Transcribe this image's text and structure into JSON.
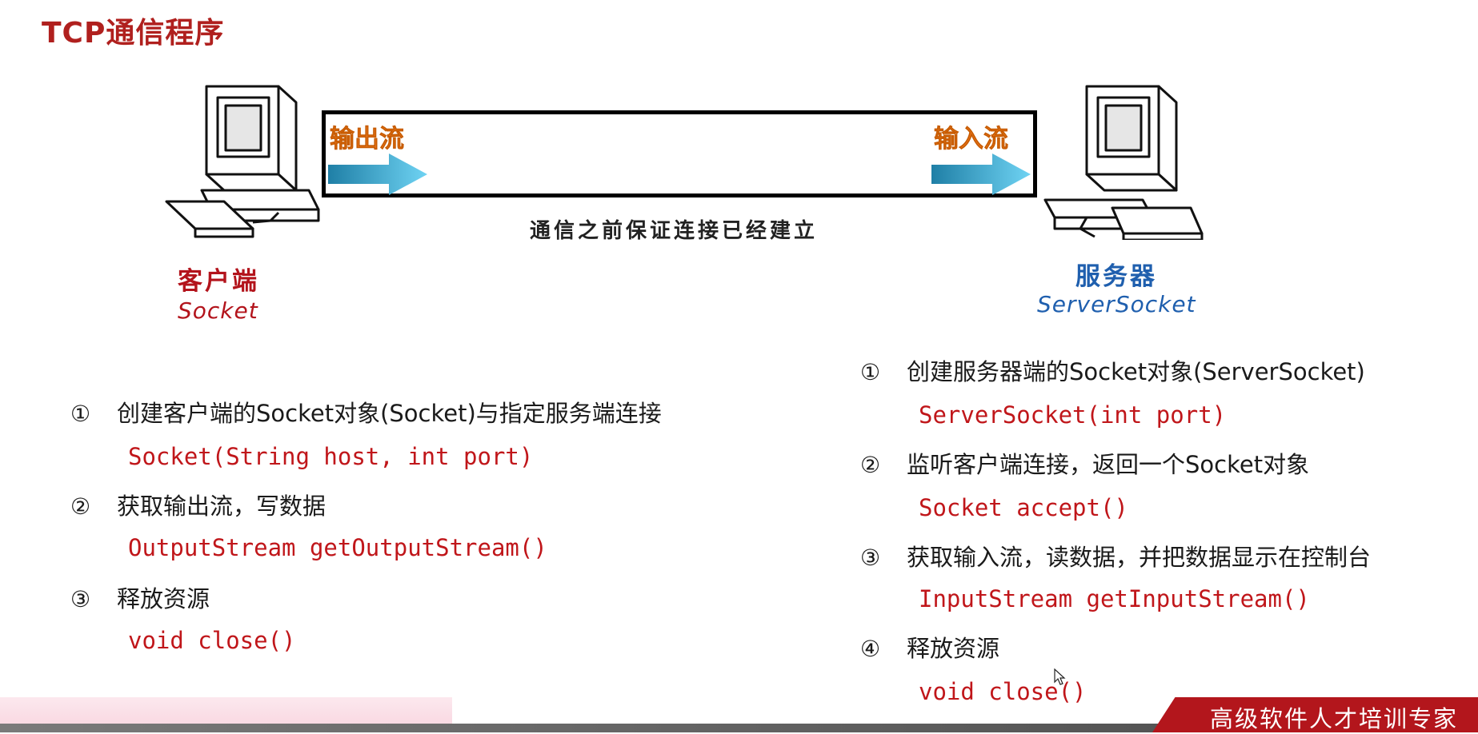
{
  "title": "TCP通信程序",
  "pipe": {
    "output_label": "输出流",
    "input_label": "输入流",
    "caption": "通信之前保证连接已经建立"
  },
  "client": {
    "name_cn": "客户端",
    "name_en": "Socket",
    "color": "#b3141c",
    "steps": [
      {
        "num": "①",
        "text": "创建客户端的Socket对象(Socket)与指定服务端连接",
        "code": "Socket(String host, int port)"
      },
      {
        "num": "②",
        "text": "获取输出流，写数据",
        "code": "OutputStream getOutputStream()"
      },
      {
        "num": "③",
        "text": "释放资源",
        "code": "void close()"
      }
    ]
  },
  "server": {
    "name_cn": "服务器",
    "name_en": "ServerSocket",
    "color": "#1f5fae",
    "steps": [
      {
        "num": "①",
        "text": "创建服务器端的Socket对象(ServerSocket)",
        "code": "ServerSocket(int port)"
      },
      {
        "num": "②",
        "text": "监听客户端连接，返回一个Socket对象",
        "code": "Socket accept()"
      },
      {
        "num": "③",
        "text": "获取输入流，读数据，并把数据显示在控制台",
        "code": "InputStream getInputStream()"
      },
      {
        "num": "④",
        "text": "释放资源",
        "code": "void close()"
      }
    ]
  },
  "banner": "高级软件人才培训专家",
  "colors": {
    "title": "#b0201e",
    "code": "#c0161a",
    "arrow": "#4cc3e6",
    "pipe_label": "#e8731a"
  }
}
